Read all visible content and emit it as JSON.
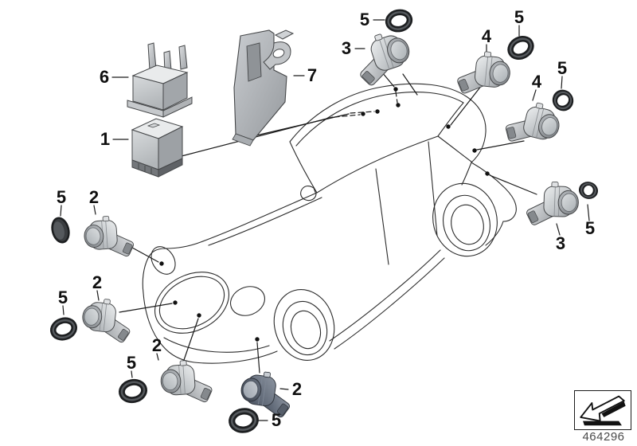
{
  "footer": {
    "diagram_number": "464296"
  },
  "icons": {
    "nav_arrow": "arrow-bottom-left"
  },
  "colors": {
    "background": "#ffffff",
    "line_art": "#2b2b2b",
    "callout_label": "#101010",
    "diagram_number": "#4a4a4a",
    "metal_light": "#e8eaec",
    "metal_mid": "#b9bdc1",
    "metal_dark": "#8d9195",
    "sensor_dark_blue": "#566070",
    "seal_ring_black": "#202224"
  },
  "callouts": [
    {
      "id": "1",
      "label": "1"
    },
    {
      "id": "6",
      "label": "6"
    },
    {
      "id": "7",
      "label": "7"
    },
    {
      "id": "3a",
      "label": "3"
    },
    {
      "id": "5a",
      "label": "5"
    },
    {
      "id": "4a",
      "label": "4"
    },
    {
      "id": "5b",
      "label": "5"
    },
    {
      "id": "4b",
      "label": "4"
    },
    {
      "id": "5c",
      "label": "5"
    },
    {
      "id": "3b",
      "label": "3"
    },
    {
      "id": "5d",
      "label": "5"
    },
    {
      "id": "2a",
      "label": "2"
    },
    {
      "id": "5e",
      "label": "5"
    },
    {
      "id": "2b",
      "label": "2"
    },
    {
      "id": "5f",
      "label": "5"
    },
    {
      "id": "2c",
      "label": "2"
    },
    {
      "id": "5g",
      "label": "5"
    },
    {
      "id": "2d",
      "label": "2"
    },
    {
      "id": "5h",
      "label": "5"
    }
  ]
}
